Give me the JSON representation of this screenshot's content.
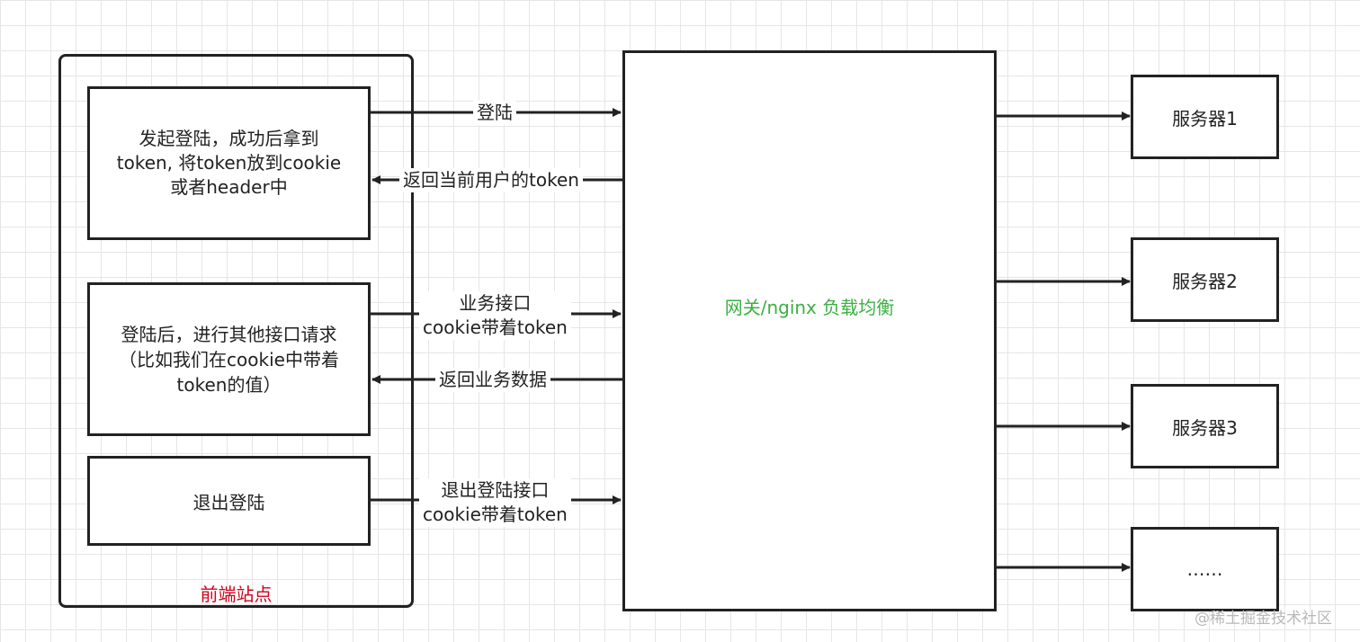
{
  "frontend": {
    "title": "前端站点",
    "title_color": "#d0021b",
    "box1_lines": [
      "发起登陆，成功后拿到",
      "token, 将token放到cookie",
      "或者header中"
    ],
    "box2_lines": [
      "登陆后，进行其他接口请求",
      "（比如我们在cookie中带着",
      "token的值）"
    ],
    "box3_label": "退出登陆"
  },
  "gateway": {
    "label": "网关/nginx 负载均衡",
    "color": "#3cb043"
  },
  "servers": [
    "服务器1",
    "服务器2",
    "服务器3",
    "……"
  ],
  "arrows": {
    "login": "登陆",
    "return_token": "返回当前用户的token",
    "biz_api": [
      "业务接口",
      "cookie带着token"
    ],
    "return_data": "返回业务数据",
    "logout_api": [
      "退出登陆接口",
      "cookie带着token"
    ]
  },
  "watermark": "@稀土掘金技术社区"
}
